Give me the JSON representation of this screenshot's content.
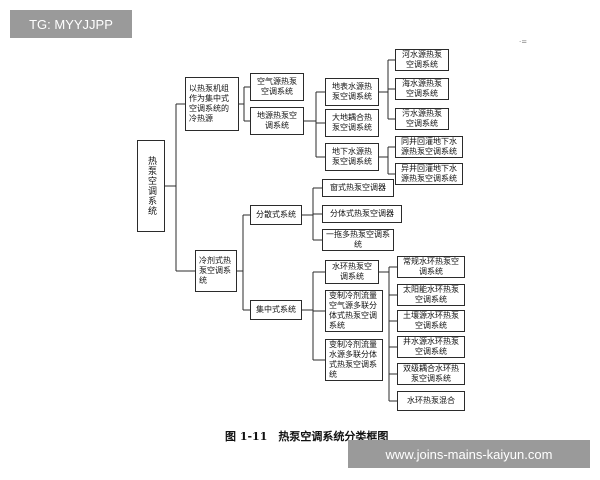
{
  "watermark_top_left": "TG: MYYJJPP",
  "watermark_bottom_right": "www.joins-mains-kaiyun.com",
  "caption": "图 1-11　热泵空调系统分类框图",
  "corner_mark": "·=",
  "nodes": {
    "root": "热泵空调系统",
    "central": "以热泵机组作为集中式空调系统的冷热源",
    "air_source": "空气源热泵空调系统",
    "ground_source": "地源热泵空调系统",
    "surface_water": "地表水源热泵空调系统",
    "ground_coupled": "大地耦合热泵空调系统",
    "groundwater": "地下水源热泵空调系统",
    "river": "河水源热泵空调系统",
    "sea": "海水源热泵空调系统",
    "sewage": "污水源热泵空调系统",
    "same_well": "同井回灌地下水源热泵空调系统",
    "diff_well": "异井回灌地下水源热泵空调系统",
    "refrigerant": "冷剂式热泵空调系统",
    "distributed": "分散式系统",
    "window": "窗式热泵空调器",
    "split": "分体式热泵空调器",
    "multi_split": "一拖多热泵空调系统",
    "centralized": "集中式系统",
    "water_loop": "水环热泵空调系统",
    "vrf_air": "变制冷剂流量空气源多联分体式热泵空调系统",
    "vrf_water": "变制冷剂流量水源多联分体式热泵空调系统",
    "conventional_loop": "常规水环热泵空调系统",
    "solar_loop": "太阳能水环热泵空调系统",
    "soil_loop": "土壤源水环热泵空调系统",
    "well_loop": "井水源水环热泵空调系统",
    "dual_loop": "双级耦合水环热泵空调系统",
    "hybrid_loop": "水环热泵混合"
  }
}
